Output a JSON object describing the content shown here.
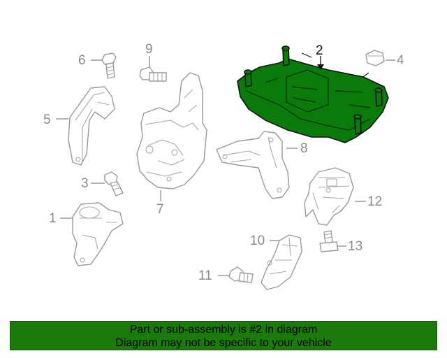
{
  "diagram": {
    "highlighted_part": "2",
    "highlight_color": "#1a7a0a",
    "callouts": [
      {
        "id": "c1",
        "label": "1"
      },
      {
        "id": "c2",
        "label": "2"
      },
      {
        "id": "c3",
        "label": "3"
      },
      {
        "id": "c4",
        "label": "4"
      },
      {
        "id": "c5",
        "label": "5"
      },
      {
        "id": "c6",
        "label": "6"
      },
      {
        "id": "c7",
        "label": "7"
      },
      {
        "id": "c8",
        "label": "8"
      },
      {
        "id": "c9",
        "label": "9"
      },
      {
        "id": "c10",
        "label": "10"
      },
      {
        "id": "c11",
        "label": "11"
      },
      {
        "id": "c12",
        "label": "12"
      },
      {
        "id": "c13",
        "label": "13"
      }
    ]
  },
  "banner": {
    "line1": "Part or sub-assembly is #2 in diagram",
    "line2": "Diagram may not be specific to your vehicle",
    "background": "#1a7a0a"
  }
}
